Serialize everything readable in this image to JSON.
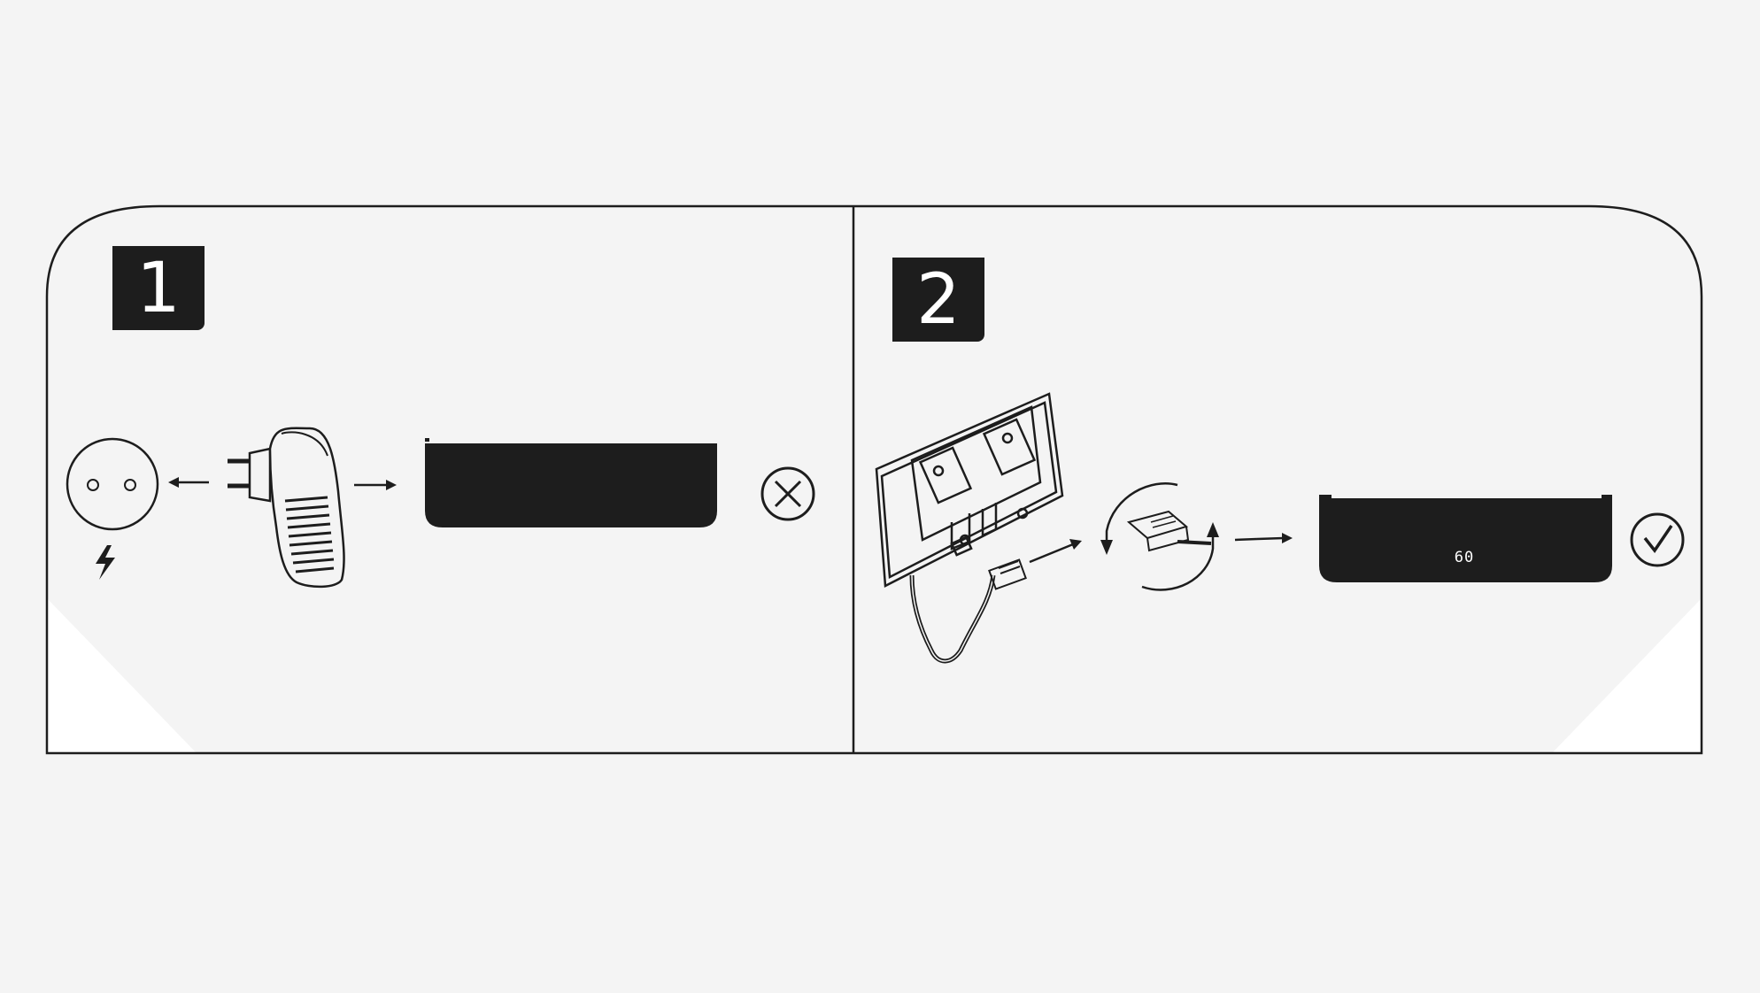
{
  "steps": [
    {
      "number": "1",
      "result_icon": "cross-circle-icon",
      "icons": [
        "wall-socket-icon",
        "power-bolt-icon",
        "plug-adapter-icon",
        "arrow-left-icon",
        "arrow-right-icon",
        "device-icon"
      ]
    },
    {
      "number": "2",
      "result_icon": "check-circle-icon",
      "icons": [
        "wall-mount-bracket-icon",
        "rj45-connector-icon",
        "rotate-arrows-icon",
        "arrow-right-icon",
        "device-icon"
      ],
      "device_display": "60"
    }
  ],
  "colors": {
    "background": "#f4f4f4",
    "line": "#1d1d1d",
    "device": "#1d1d1d",
    "panel_corner": "#ffffff"
  }
}
